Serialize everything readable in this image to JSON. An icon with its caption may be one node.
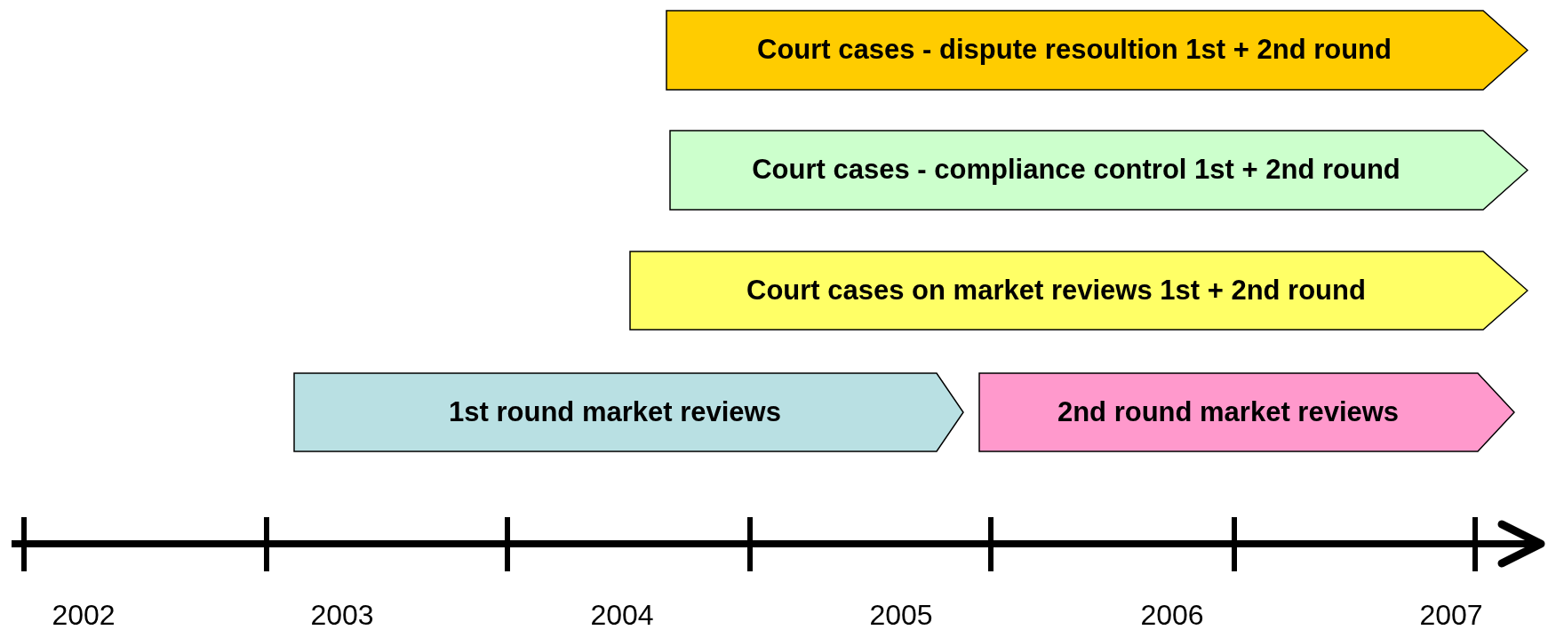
{
  "diagram": {
    "nodes": [
      {
        "text": [
          "Court cases - dispute resoultion 1st + 2nd round"
        ]
      },
      {
        "text": [
          "Court cases - compliance control 1st + 2nd round"
        ]
      },
      {
        "text": [
          "Court cases on market reviews 1st + 2nd round"
        ]
      },
      {
        "text": [
          "1st round market reviews"
        ]
      },
      {
        "text": [
          "2nd round market reviews"
        ]
      }
    ],
    "labels": [
      "2002",
      "2003",
      "2004",
      "2005",
      "2006",
      "2007"
    ]
  }
}
